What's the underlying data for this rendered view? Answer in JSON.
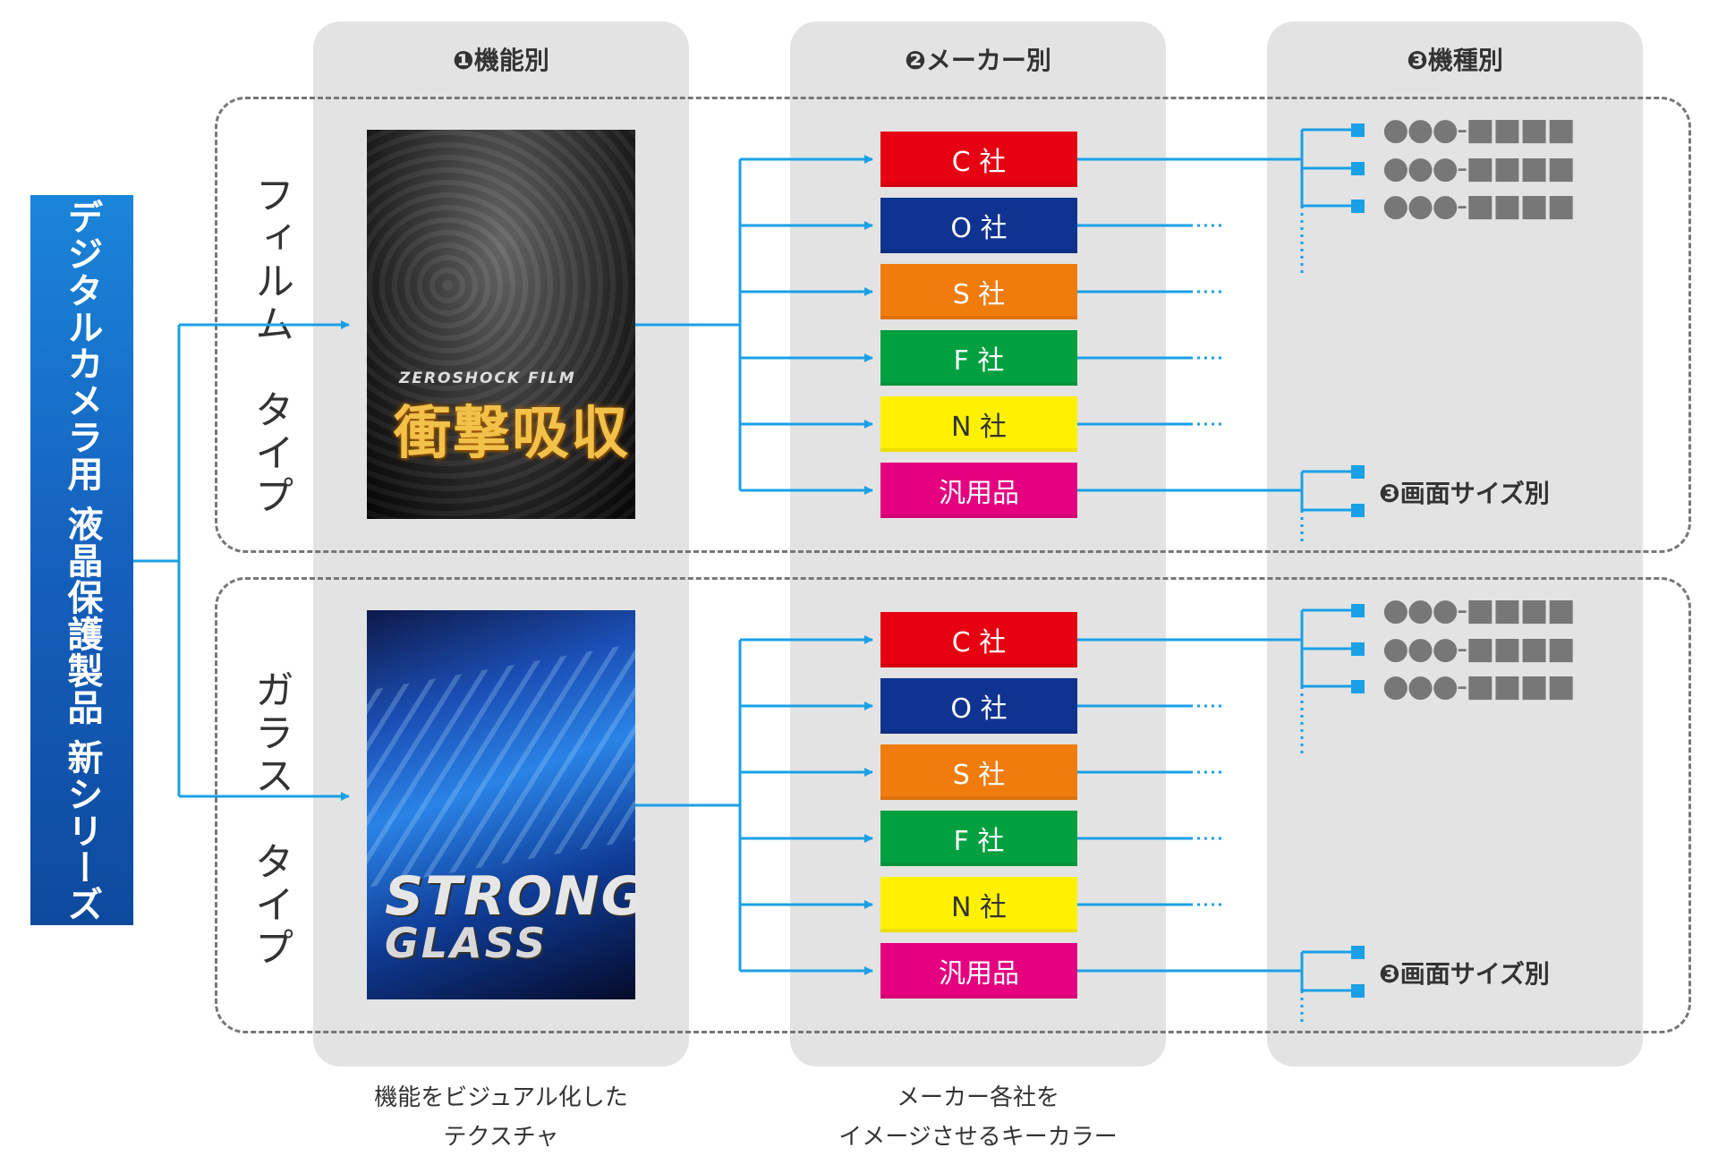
{
  "columns": [
    {
      "label": "❶機能別"
    },
    {
      "label": "❷メーカー別"
    },
    {
      "label": "❸機種別"
    }
  ],
  "root": {
    "label": "デジタルカメラ用 液晶保護製品 新シリーズ"
  },
  "groups": [
    {
      "type_label": "フィルム　タイプ",
      "texture_sub": "ZEROSHOCK FILM",
      "texture_main": "衝撃吸収",
      "size_label": "❸画面サイズ別"
    },
    {
      "type_label": "ガラス　タイプ",
      "texture_main_1": "STRONG",
      "texture_main_2": "GLASS",
      "size_label": "❸画面サイズ別"
    }
  ],
  "makers": [
    {
      "label": "C 社",
      "color": "#e60012"
    },
    {
      "label": "O 社",
      "color": "#0f3390"
    },
    {
      "label": "S 社",
      "color": "#ef7c0d"
    },
    {
      "label": "F 社",
      "color": "#00a040"
    },
    {
      "label": "N 社",
      "color": "#fff100",
      "text_color": "#333333"
    },
    {
      "label": "汎用品",
      "color": "#e5007f"
    }
  ],
  "model_placeholder": "●●●-■■■■",
  "captions": {
    "texture_line1": "機能をビジュアル化した",
    "texture_line2": "テクスチャ",
    "color_line1": "メーカー各社を",
    "color_line2": "イメージさせるキーカラー"
  },
  "colors": {
    "line": "#1aa0e6",
    "root_top": "#1a85d9",
    "root_bottom": "#0d4a9e"
  }
}
